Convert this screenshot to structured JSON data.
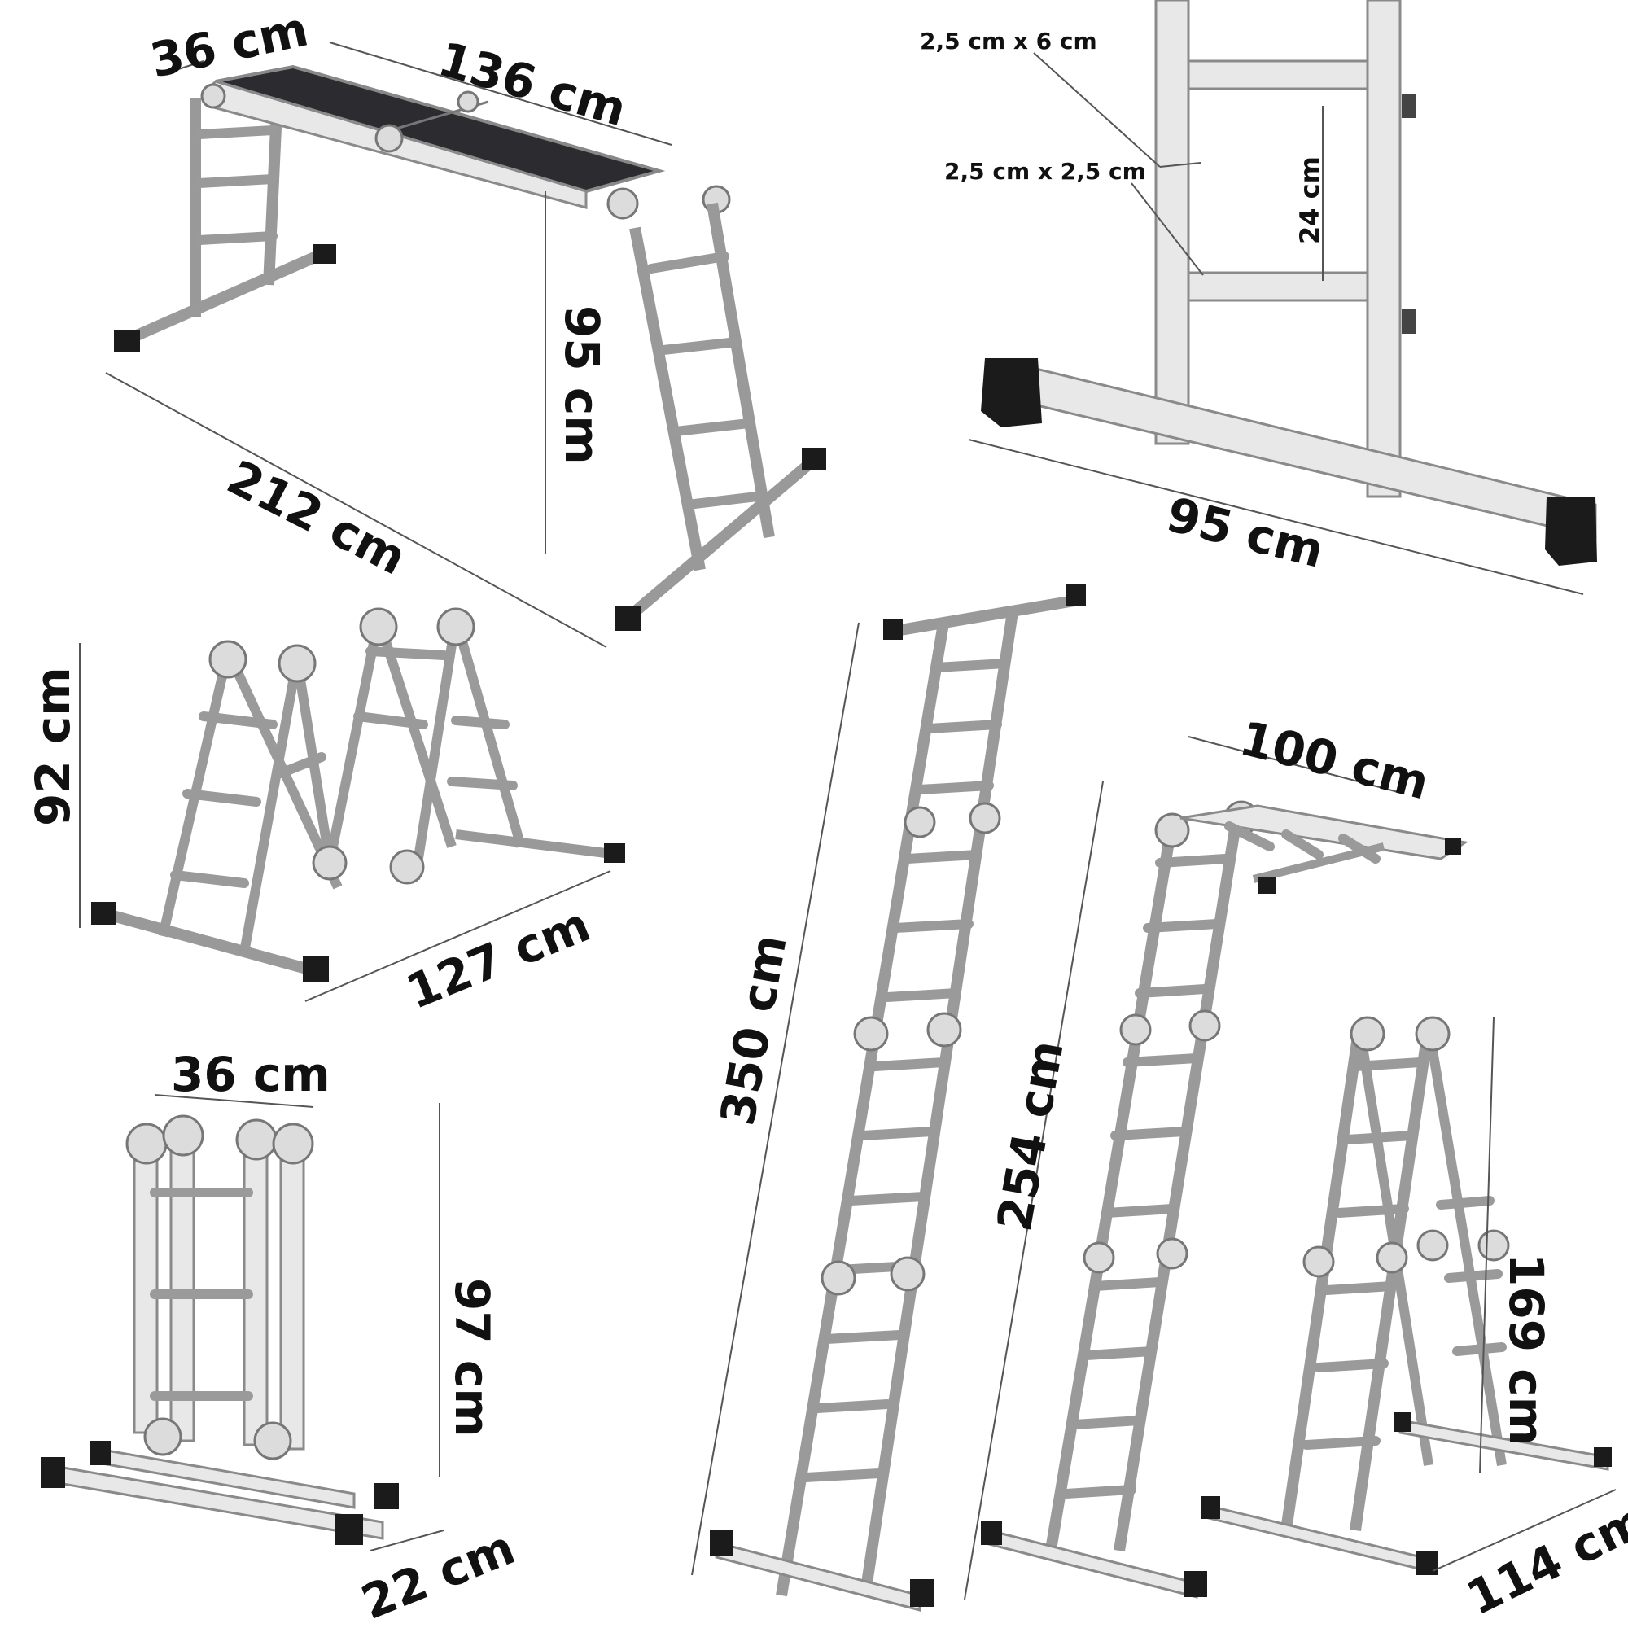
{
  "dimensions": {
    "platform_width": "36 cm",
    "platform_length": "136 cm",
    "platform_height": "95 cm",
    "platform_span": "212 cm",
    "rail_profile": "2,5 cm x 6 cm",
    "rung_profile": "2,5 cm x 2,5 cm",
    "rung_spacing": "24 cm",
    "base_width": "95 cm",
    "m_height": "92 cm",
    "m_span": "127 cm",
    "folded_width": "36 cm",
    "folded_height": "97 cm",
    "folded_depth": "22 cm",
    "straight_length": "350 cm",
    "scaffold_height": "254 cm",
    "scaffold_top": "100 cm",
    "aframe_height": "169 cm",
    "aframe_span": "114 cm"
  }
}
